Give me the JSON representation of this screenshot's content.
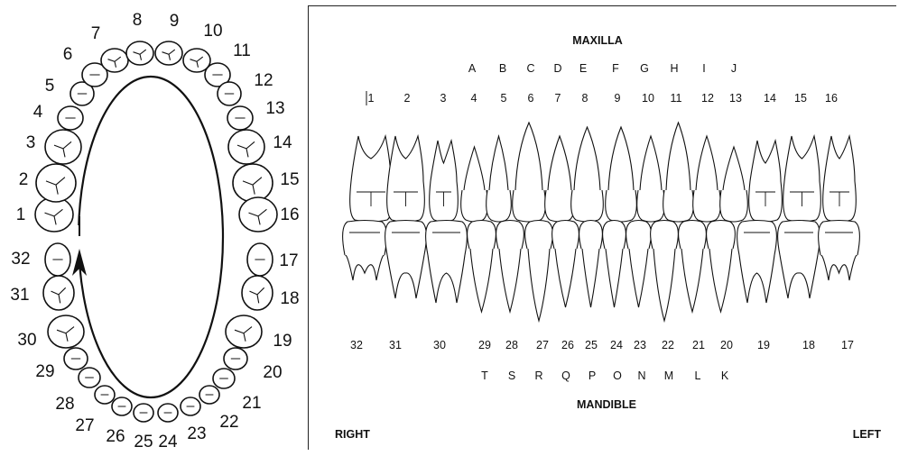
{
  "arch_chart": {
    "numbers": [
      "1",
      "2",
      "3",
      "4",
      "5",
      "6",
      "7",
      "8",
      "9",
      "10",
      "11",
      "12",
      "13",
      "14",
      "15",
      "16",
      "17",
      "18",
      "19",
      "20",
      "21",
      "22",
      "23",
      "24",
      "25",
      "26",
      "27",
      "28",
      "29",
      "30",
      "31",
      "32"
    ]
  },
  "dental_chart": {
    "maxilla_label": "MAXILLA",
    "mandible_label": "MANDIBLE",
    "right_label": "RIGHT",
    "left_label": "LEFT",
    "upper_primary_letters": [
      "A",
      "B",
      "C",
      "D",
      "E",
      "F",
      "G",
      "H",
      "I",
      "J"
    ],
    "upper_tooth_numbers": [
      "1",
      "2",
      "3",
      "4",
      "5",
      "6",
      "7",
      "8",
      "9",
      "10",
      "11",
      "12",
      "13",
      "14",
      "15",
      "16"
    ],
    "lower_tooth_numbers": [
      "32",
      "31",
      "30",
      "29",
      "28",
      "27",
      "26",
      "25",
      "24",
      "23",
      "22",
      "21",
      "20",
      "19",
      "18",
      "17"
    ],
    "lower_primary_letters": [
      "T",
      "S",
      "R",
      "Q",
      "P",
      "O",
      "N",
      "M",
      "L",
      "K"
    ]
  }
}
